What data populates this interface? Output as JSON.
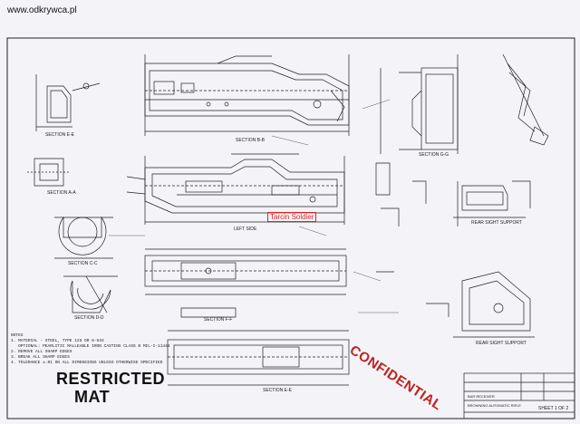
{
  "watermark": "www.odkrywca.pl",
  "restricted": [
    "RESTRICTED",
    "MAT"
  ],
  "confidential": "CONFIDENTIAL",
  "stamp": "Tarcin Soldier",
  "section_labels": [
    "SECTION E-E",
    "SECTION B-B",
    "SECTION A-A",
    "SECTION C-C",
    "SECTION D-D",
    "SECTION G-G",
    "SECTION F-F",
    "SECTION E-E",
    "LEFT SIDE",
    "REAR SIGHT SUPPORT",
    "REAR SIGHT SUPPORT"
  ],
  "notes": "NOTES\n1. MATERIAL - STEEL, TYPE 125 OR 8-633\n   OPTIONAL: PEARLITIC MALLEABLE IRON CASTING CLASS B MIL-I-11444\n2. REMOVE ALL SHARP EDGES\n3. BREAK ALL SHARP EDGES\n4. TOLERANCE ±.01 ON ALL DIMENSIONS UNLESS OTHERWISE SPECIFIED",
  "title_block": {
    "title": "BAR RECEIVER",
    "subtitle": "BROWNING AUTOMATIC RIFLE",
    "sheet": "SHEET 1 OF 2"
  }
}
